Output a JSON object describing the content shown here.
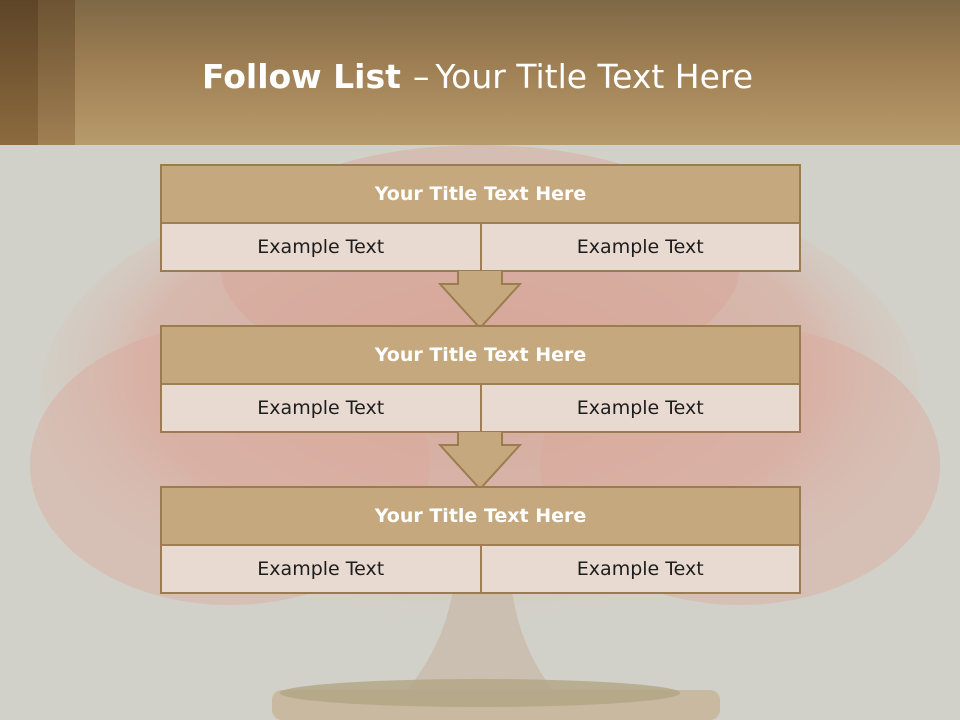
{
  "slide": {
    "title_bold": "Follow List",
    "title_separator": "–",
    "title_rest": "Your Title Text Here"
  },
  "steps": [
    {
      "title": "Your Title Text Here",
      "left": "Example Text",
      "right": "Example Text"
    },
    {
      "title": "Your Title Text Here",
      "left": "Example Text",
      "right": "Example Text"
    },
    {
      "title": "Your Title Text Here",
      "left": "Example Text",
      "right": "Example Text"
    }
  ],
  "colors": {
    "header": "#9e7f54",
    "box_header": "#c5a87e",
    "box_cell": "#e8dad0",
    "border": "#9b7c50",
    "background": "#d2d1c9",
    "foliage": "#d99a8c"
  }
}
